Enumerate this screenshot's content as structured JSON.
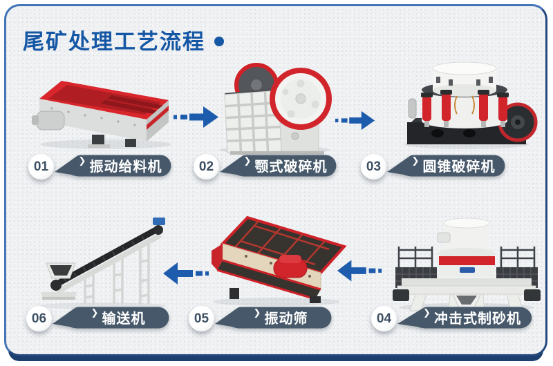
{
  "page": {
    "title": "尾矿处理工艺流程",
    "title_color": "#1657a5",
    "frame_color": "#2f64ad",
    "background_color": "#eff1f3"
  },
  "flow": {
    "badge_chevron": "❯",
    "badge_color": "#46586a",
    "arrow_color": "#1d5bac",
    "machine_accent_color": "#d2242b",
    "steps": [
      {
        "number": "01",
        "label": "振动给料机",
        "machine": "vibrating-feeder"
      },
      {
        "number": "02",
        "label": "颚式破碎机",
        "machine": "jaw-crusher"
      },
      {
        "number": "03",
        "label": "圆锥破碎机",
        "machine": "cone-crusher"
      },
      {
        "number": "04",
        "label": "冲击式制砂机",
        "machine": "impact-sand-maker"
      },
      {
        "number": "05",
        "label": "振动筛",
        "machine": "vibrating-screen"
      },
      {
        "number": "06",
        "label": "输送机",
        "machine": "belt-conveyor"
      }
    ],
    "arrows": [
      {
        "from": "01",
        "to": "02",
        "direction": "right"
      },
      {
        "from": "02",
        "to": "03",
        "direction": "right"
      },
      {
        "from": "04",
        "to": "05",
        "direction": "left"
      },
      {
        "from": "05",
        "to": "06",
        "direction": "left"
      }
    ]
  }
}
